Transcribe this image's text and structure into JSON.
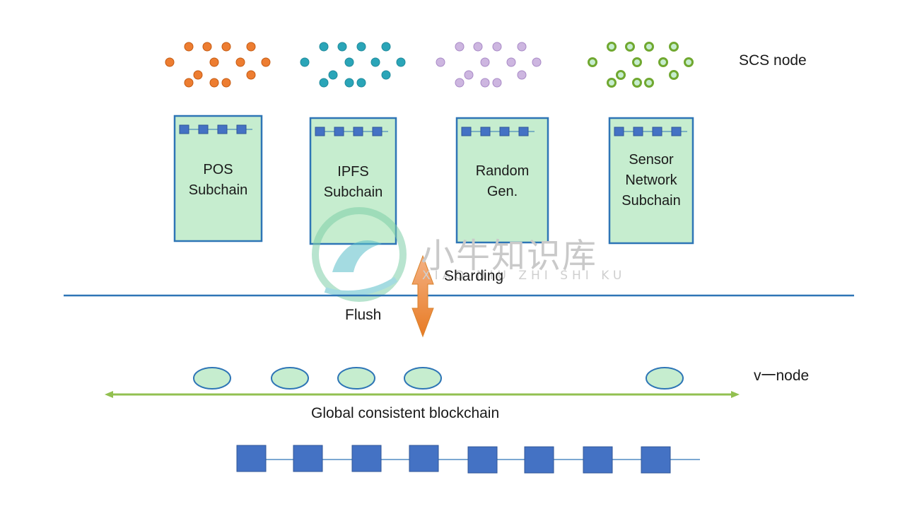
{
  "colors": {
    "pos": "#ED7D31",
    "ipfs": "#2AA5B8",
    "random": "#CDB6E0",
    "sensor": "#70A830",
    "box_fill": "#C6EDCF",
    "box_stroke": "#2E75B6",
    "block": "#4472C4",
    "line": "#2E75B6",
    "green_line": "#92C050",
    "arrow_top": "#F4B183",
    "arrow_bottom": "#E87B24"
  },
  "labels": {
    "scs_node": "SCS node",
    "sharding": "Sharding",
    "flush": "Flush",
    "v_node": "v一node",
    "global_chain": "Global consistent blockchain"
  },
  "subchains": [
    {
      "label": "POS\nSubchain",
      "color_key": "pos"
    },
    {
      "label": "IPFS\nSubchain",
      "color_key": "ipfs"
    },
    {
      "label": "Random\nGen.",
      "color_key": "random"
    },
    {
      "label": "Sensor\nNetwork\nSubchain",
      "color_key": "sensor"
    }
  ],
  "watermark": {
    "text_cn": "小牛知识库",
    "text_en": "XIAO NIU ZHI SHI KU"
  }
}
